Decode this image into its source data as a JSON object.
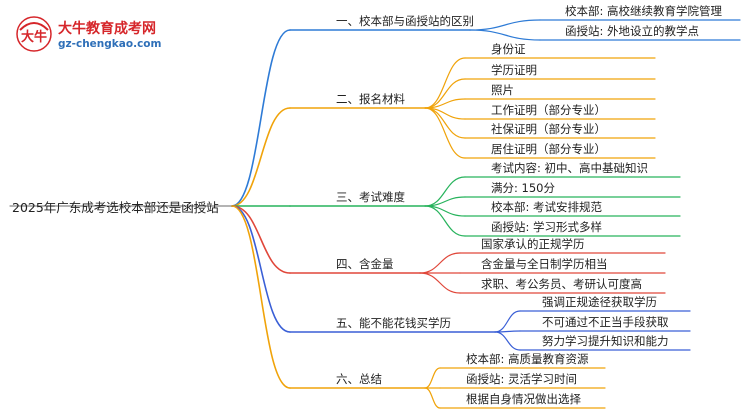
{
  "logo": {
    "title": "大牛教育成考网",
    "url": "gz-chengkao.com",
    "mark_text": "大牛"
  },
  "root": {
    "label": "2025年广东成考选校本部还是函授站"
  },
  "branches": [
    {
      "label": "一、校本部与函授站的区别",
      "color": "#2e7bd6",
      "children": [
        "校本部: 高校继续教育学院管理",
        "函授站: 外地设立的教学点"
      ]
    },
    {
      "label": "二、报名材料",
      "color": "#f0a30a",
      "children": [
        "身份证",
        "学历证明",
        "照片",
        "工作证明（部分专业）",
        "社保证明（部分专业）",
        "居住证明（部分专业）"
      ]
    },
    {
      "label": "三、考试难度",
      "color": "#27b35c",
      "children": [
        "考试内容: 初中、高中基础知识",
        "满分: 150分",
        "校本部: 考试安排规范",
        "函授站: 学习形式多样"
      ]
    },
    {
      "label": "四、含金量",
      "color": "#e0473a",
      "children": [
        "国家承认的正规学历",
        "含金量与全日制学历相当",
        "求职、考公务员、考研认可度高"
      ]
    },
    {
      "label": "五、能不能花钱买学历",
      "color": "#3a5fd6",
      "children": [
        "强调正规途径获取学历",
        "不可通过不正当手段获取",
        "努力学习提升知识和能力"
      ]
    },
    {
      "label": "六、总结",
      "color": "#f0a30a",
      "children": [
        "校本部: 高质量教育资源",
        "函授站: 灵活学习时间",
        "根据自身情况做出选择"
      ]
    }
  ]
}
